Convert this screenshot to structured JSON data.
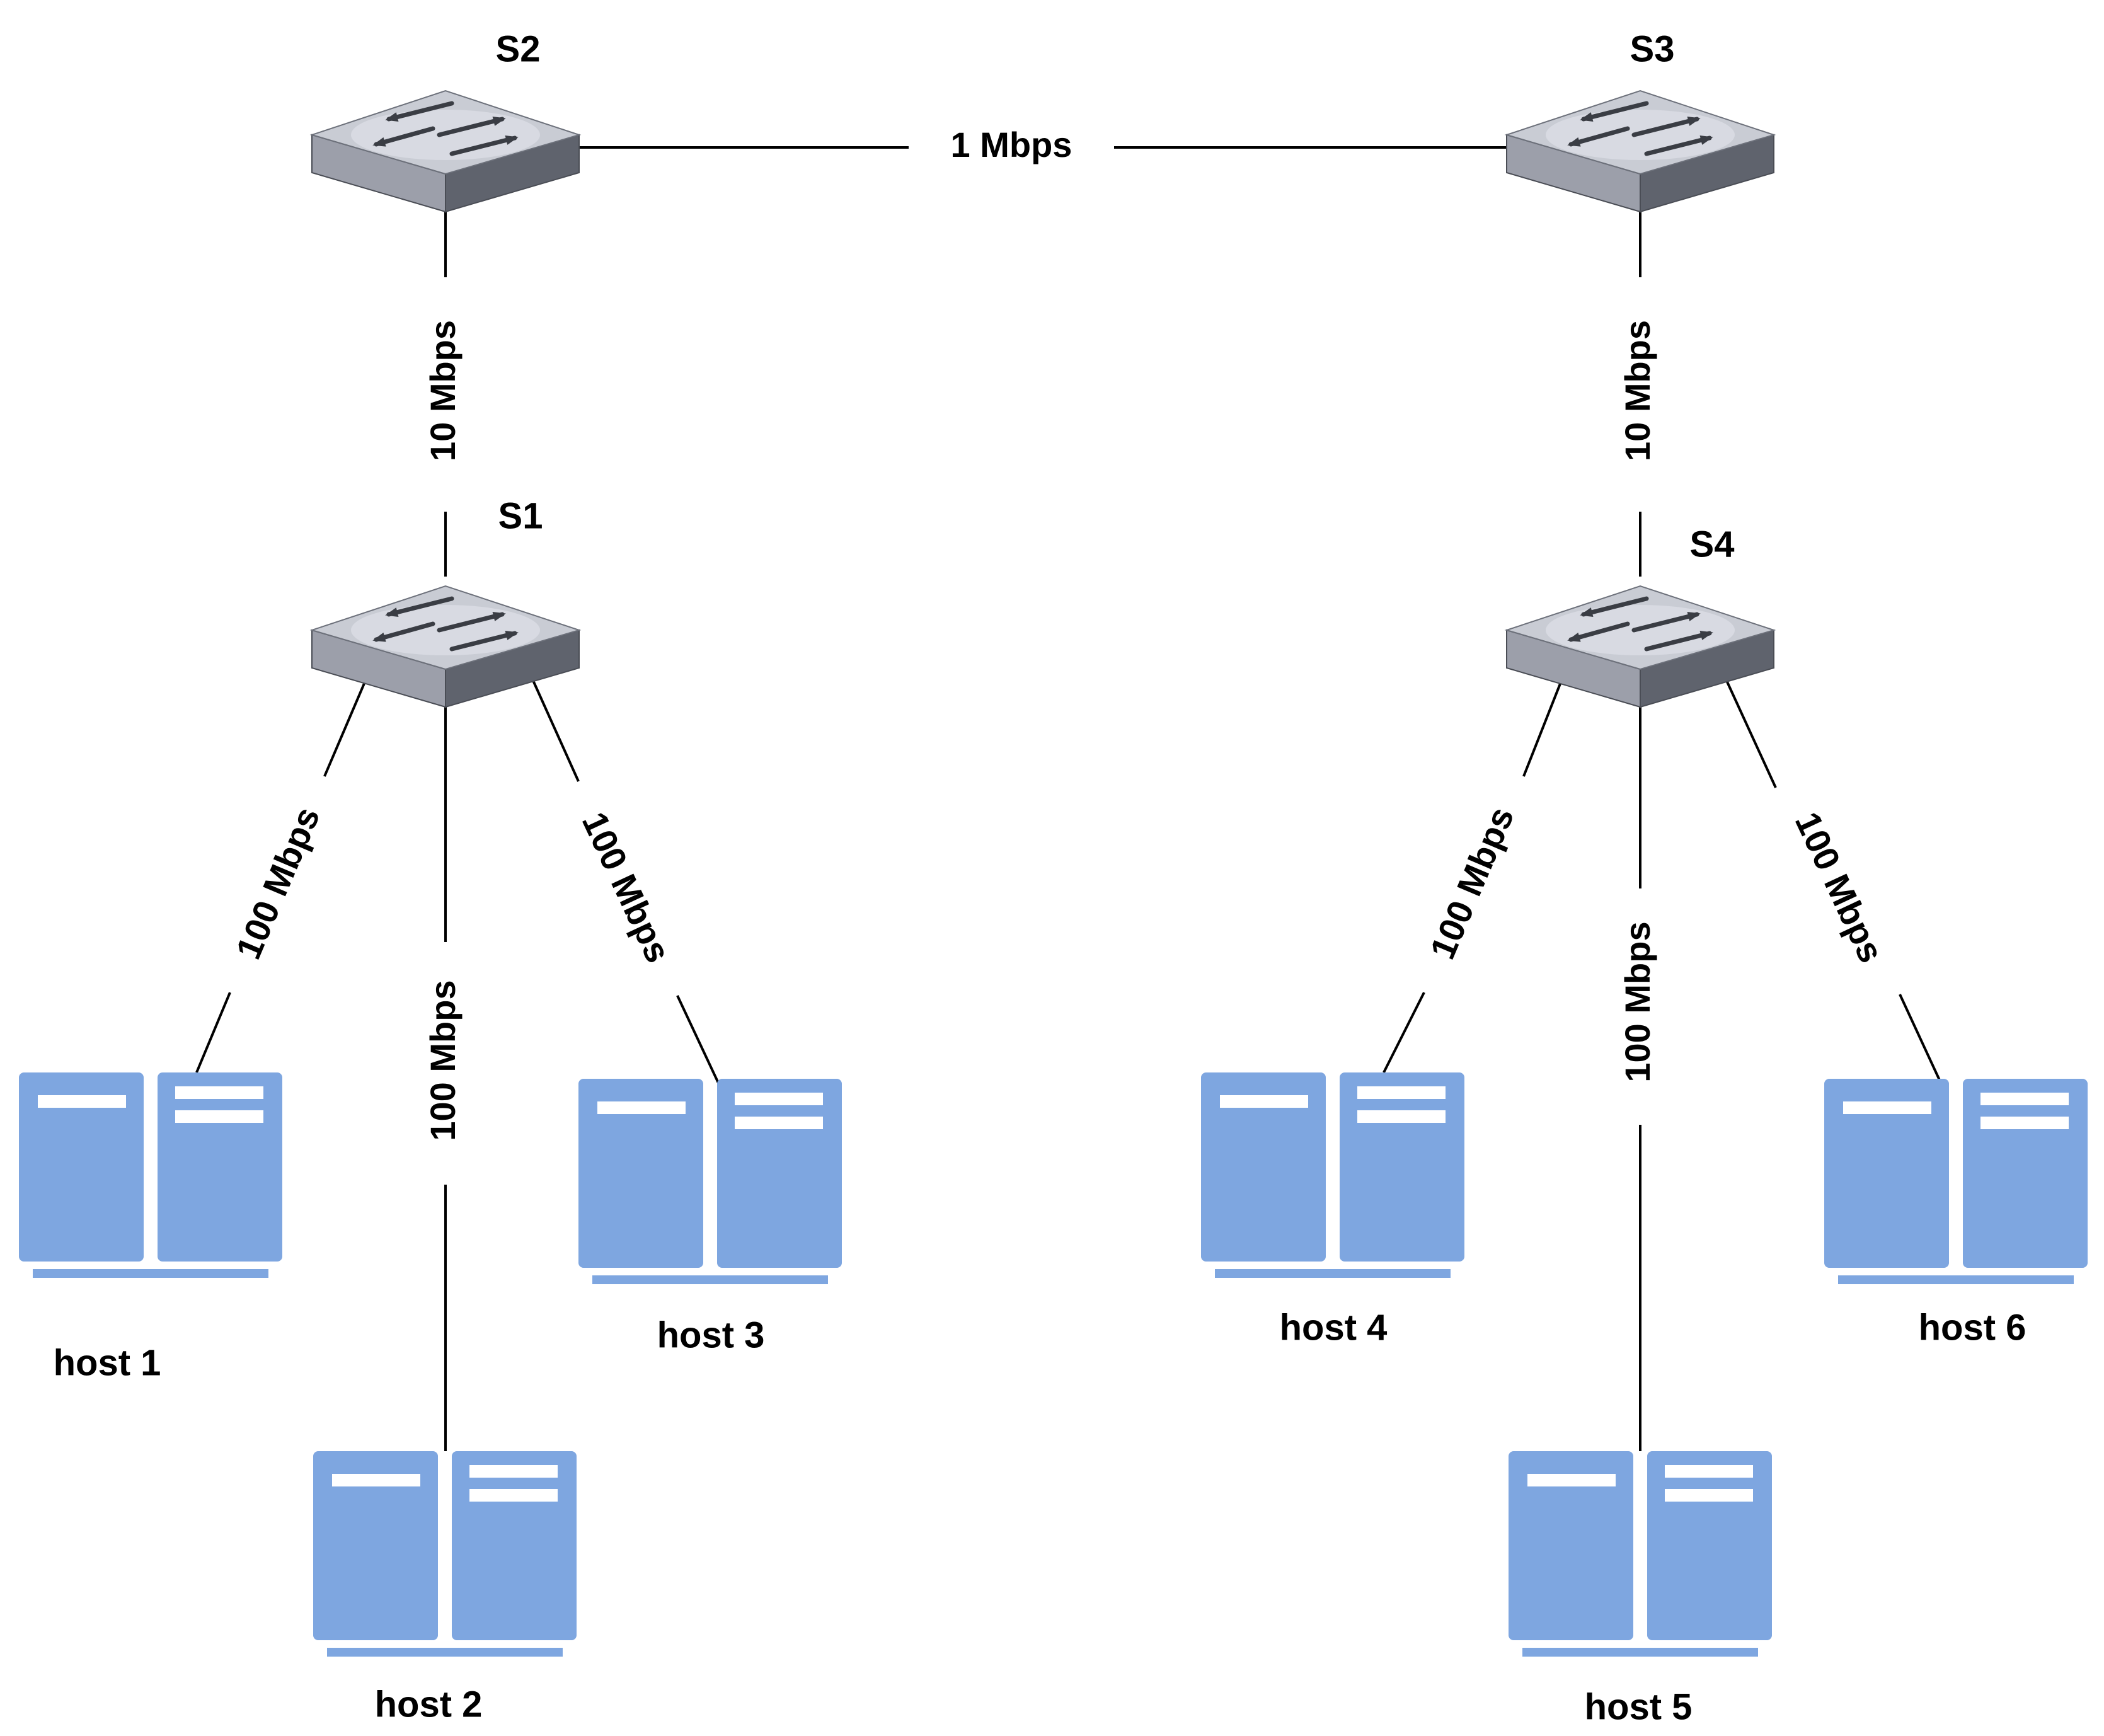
{
  "diagram": {
    "colors": {
      "host_fill": "#7ea6e0",
      "host_stripe": "#ffffff",
      "switch_top": "#c9ccd4",
      "switch_front": "#9c9faa",
      "switch_side": "#5f636d",
      "switch_arrow": "#3a3d44",
      "line": "#000000"
    },
    "switches": [
      {
        "id": "S2",
        "label": "S2",
        "icon": "network-switch-icon"
      },
      {
        "id": "S3",
        "label": "S3",
        "icon": "network-switch-icon"
      },
      {
        "id": "S1",
        "label": "S1",
        "icon": "network-switch-icon"
      },
      {
        "id": "S4",
        "label": "S4",
        "icon": "network-switch-icon"
      }
    ],
    "hosts": [
      {
        "id": "host1",
        "label": "host 1",
        "icon": "server-icon"
      },
      {
        "id": "host2",
        "label": "host 2",
        "icon": "server-icon"
      },
      {
        "id": "host3",
        "label": "host 3",
        "icon": "server-icon"
      },
      {
        "id": "host4",
        "label": "host 4",
        "icon": "server-icon"
      },
      {
        "id": "host5",
        "label": "host 5",
        "icon": "server-icon"
      },
      {
        "id": "host6",
        "label": "host 6",
        "icon": "server-icon"
      }
    ],
    "links": [
      {
        "id": "s2-s3",
        "from": "S2",
        "to": "S3",
        "label": "1 Mbps"
      },
      {
        "id": "s2-s1",
        "from": "S2",
        "to": "S1",
        "label": "10 Mbps"
      },
      {
        "id": "s3-s4",
        "from": "S3",
        "to": "S4",
        "label": "10 Mbps"
      },
      {
        "id": "s1-h1",
        "from": "S1",
        "to": "host1",
        "label": "100 Mbps"
      },
      {
        "id": "s1-h2",
        "from": "S1",
        "to": "host2",
        "label": "100 Mbps"
      },
      {
        "id": "s1-h3",
        "from": "S1",
        "to": "host3",
        "label": "100 Mbps"
      },
      {
        "id": "s4-h4",
        "from": "S4",
        "to": "host4",
        "label": "100 Mbps"
      },
      {
        "id": "s4-h5",
        "from": "S4",
        "to": "host5",
        "label": "100 Mbps"
      },
      {
        "id": "s4-h6",
        "from": "S4",
        "to": "host6",
        "label": "100 Mbps"
      }
    ]
  }
}
